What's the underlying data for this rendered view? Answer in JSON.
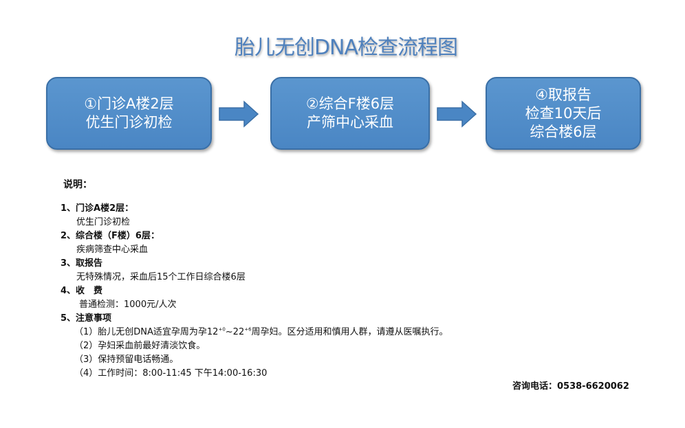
{
  "title": "胎儿无创DNA检查流程图",
  "steps": [
    {
      "line1": "①门诊A楼2层",
      "line2": "优生门诊初检",
      "line3": ""
    },
    {
      "line1": "②综合F楼6层",
      "line2": "产筛中心采血",
      "line3": ""
    },
    {
      "line1": "④取报告",
      "line2": "检查10天后",
      "line3": "综合楼6层"
    }
  ],
  "arrow_icon": "right-arrow-icon",
  "notes": {
    "heading": "说明：",
    "item1_title": "1、门诊A楼2层：",
    "item1_body": "优生门诊初检",
    "item2_title": "2、综合楼（F楼）6层：",
    "item2_body": "疾病筛查中心采血",
    "item3_title": "3、取报告",
    "item3_body": "无特殊情况，采血后15个工作日综合楼6层",
    "item4_title": "4、收　费",
    "item4_body": "普通检测：1000元/人次",
    "item5_title": "5、注意事项",
    "item5_sub1_pre": "（1）胎儿无创DNA适宜孕周为孕12",
    "item5_sub1_sup1": "+0",
    "item5_sub1_mid": "~22",
    "item5_sub1_sup2": "+6",
    "item5_sub1_post": "周孕妇。区分适用和慎用人群，请遵从医嘱执行。",
    "item5_sub2": "（2）孕妇采血前最好清淡饮食。",
    "item5_sub3": "（3）保持预留电话畅通。",
    "item5_sub4": "（4）工作时间：8:00-11:45 下午14:00-16:30"
  },
  "contact": "咨询电话：0538-6620062",
  "colors": {
    "box": "#4a86c4",
    "title": "#4f81bd"
  }
}
